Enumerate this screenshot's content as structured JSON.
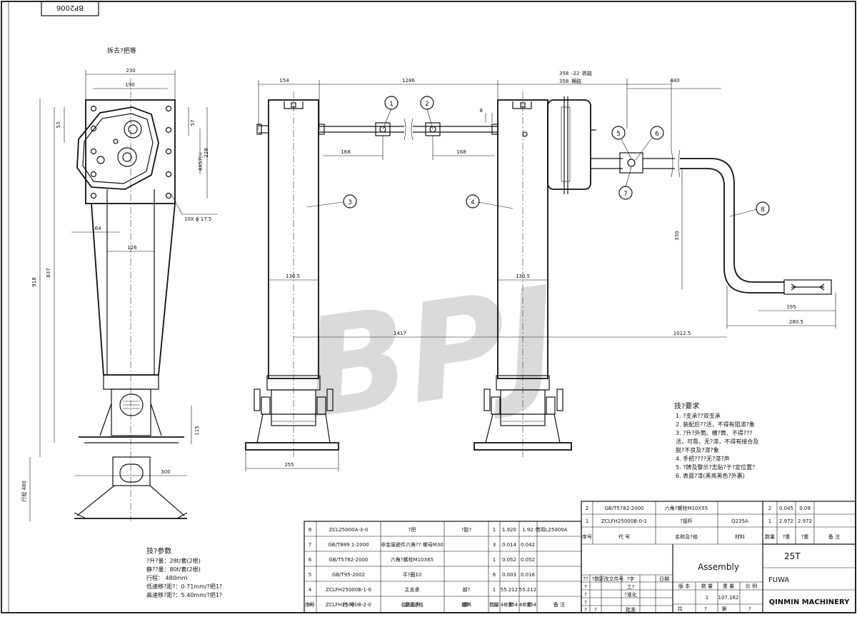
{
  "drawing_number": "BP2006",
  "watermark": "BPJ",
  "left_view_note": "拆去?把等",
  "dims_left": {
    "w230": "230",
    "w190": "190",
    "d53": "53",
    "d57": "57",
    "d228": "228",
    "d4x57": "4X57(=",
    "holes": "10X ϕ 17.5",
    "w164": "164",
    "w126": "126",
    "h918": "918",
    "h837": "837",
    "h115": "115",
    "w300": "300",
    "stroke": "行程 480"
  },
  "dims_front": {
    "d154": "154",
    "d1286": "1286",
    "d358a": "358",
    "d22": "-22",
    "brace_a": "铁路",
    "d358b": "358",
    "brace_b": "横路",
    "d440": "440",
    "d8": "8",
    "d168a": "168",
    "d168b": "168",
    "d130a": "130.5",
    "d130b": "130.5",
    "d1417": "1417",
    "d1012": "1012.5",
    "d255": "255",
    "d330": "330",
    "d195": "195",
    "d280": "280.5"
  },
  "balloons": [
    "1",
    "2",
    "3",
    "4",
    "5",
    "6",
    "7",
    "8"
  ],
  "tech_requirements": {
    "title": "技?要求",
    "items": [
      "1.   ?支承??双支承",
      "2.   装配后??活，不得有阻滞?象",
      "3.   ?升?外筒、横?筒、不得???",
      "      活，可靠、无?滞，不得有接合及",
      "      脱?不良及?滞?象",
      "4.   手把????无?滞?声",
      "5.   ?牌及警示?志贴?于?定位置？",
      "6.   表面?漆(黑亮黑色?外裹)"
    ]
  },
  "tech_params": {
    "title": "技?参数",
    "items": [
      "?升?量：28t/套(2根)",
      "静??量：80t/套(2根)",
      "行程：   480mm",
      "低速移?距?：0.71mm/?把1?",
      "高速移?距?：5.40mm/?把1?"
    ]
  },
  "bom_rows": [
    {
      "no": "8",
      "code": "ZCL25000A-3-0",
      "name": "?把",
      "material": "?胶?",
      "qty": "1",
      "unit": "1.920",
      "total": "1.92",
      "note": "借用L25000A"
    },
    {
      "no": "7",
      "code": "GB/T889.1-2000",
      "name": "非金属嵌件六角?? 螺母M30",
      "material": "",
      "qty": "3",
      "unit": "0.014",
      "total": "0.042",
      "note": ""
    },
    {
      "no": "6",
      "code": "GB/T5782-2000",
      "name": "六角?螺栓M10X65",
      "material": "",
      "qty": "1",
      "unit": "0.052",
      "total": "0.052",
      "note": ""
    },
    {
      "no": "5",
      "code": "GB/T95-2002",
      "name": "平?圈10",
      "material": "",
      "qty": "6",
      "unit": "0.003",
      "total": "0.018",
      "note": ""
    },
    {
      "no": "4",
      "code": "ZCLFH25000B-1-0",
      "name": "主支承",
      "material": "部?",
      "qty": "1",
      "unit": "55.212",
      "total": "55.212",
      "note": ""
    },
    {
      "no": "3",
      "code": "ZCLFH25000B-2-0",
      "name": "副支承",
      "material": "部?",
      "qty": "1",
      "unit": "46.854",
      "total": "46.854",
      "note": ""
    }
  ],
  "bom_header": {
    "no": "序号",
    "code": "代 号",
    "name": "名称及?格",
    "material": "材料",
    "qty": "数量",
    "unit": "?重",
    "total": "?重",
    "note": "备 注"
  },
  "bom_rows_upper": [
    {
      "no": "2",
      "code": "GB/T5782-2000",
      "name": "六角?螺栓M10X55",
      "material": "",
      "qty": "2",
      "unit": "0.045",
      "total": "0.09",
      "note": ""
    },
    {
      "no": "1",
      "code": "ZCLFH25000B-0-1",
      "name": "?接杆",
      "material": "Q235A",
      "qty": "1",
      "unit": "2.972",
      "total": "2.972",
      "note": ""
    }
  ],
  "title_block": {
    "assembly": "Assembly",
    "capacity": "25T",
    "brand": "FUWA",
    "company": "QINMIN MACHINERY",
    "weight": "107.162",
    "qty": "1",
    "rev_labels": [
      "??",
      "?数",
      "更改文件号",
      "?字",
      "日期"
    ],
    "roles": [
      "?",
      "?",
      "?",
      "?",
      "?"
    ],
    "work_labels": [
      "工?",
      "?准化",
      "批准"
    ],
    "sheet_labels": [
      "版 本",
      "数 量",
      "重 量",
      "比 例"
    ],
    "page_labels": [
      "共",
      "?",
      "第",
      "?"
    ]
  }
}
